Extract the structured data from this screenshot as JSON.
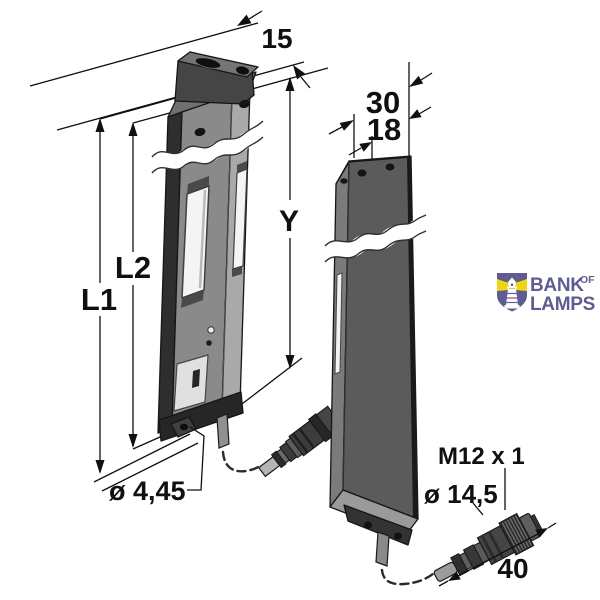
{
  "drawing": {
    "labels": {
      "bracket_depth": "15",
      "housing_width": "30",
      "window_width": "18",
      "overall_length": "L1",
      "housing_length": "L2",
      "sensing_height": "Y",
      "mounting_hole": "ø 4,45",
      "connector_thread": "M12 x 1",
      "connector_diameter": "ø 14,5",
      "connector_length": "40"
    }
  },
  "logo": {
    "word1": "BANK",
    "word2": "OF",
    "word3": "LAMPS",
    "brand_color": "#5e5c91",
    "beam_color": "#efd615"
  }
}
